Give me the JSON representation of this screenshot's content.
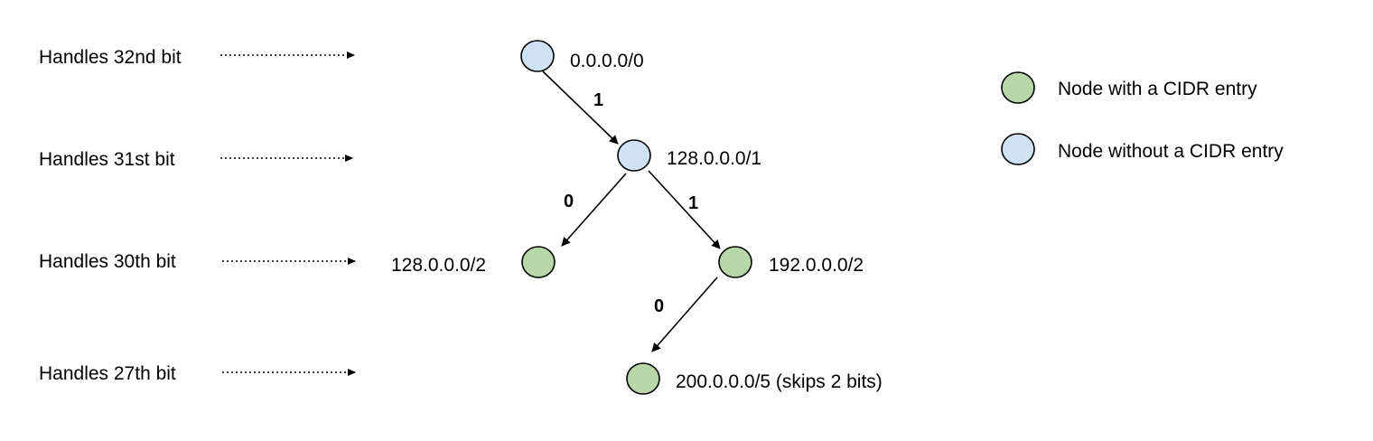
{
  "colors": {
    "with_entry": "#b7d7a8",
    "without_entry": "#cfe2f3",
    "stroke": "#000000"
  },
  "level_labels": [
    "Handles 32nd bit",
    "Handles 31st bit",
    "Handles 30th bit",
    "Handles 27th bit"
  ],
  "nodes": [
    {
      "label": "0.0.0.0/0",
      "has_entry": false
    },
    {
      "label": "128.0.0.0/1",
      "has_entry": false
    },
    {
      "label": "128.0.0.0/2",
      "has_entry": true
    },
    {
      "label": "192.0.0.0/2",
      "has_entry": true
    },
    {
      "label": "200.0.0.0/5 (skips 2 bits)",
      "has_entry": true
    }
  ],
  "edges": [
    {
      "from": 0,
      "to": 1,
      "bit": "1"
    },
    {
      "from": 1,
      "to": 2,
      "bit": "0"
    },
    {
      "from": 1,
      "to": 3,
      "bit": "1"
    },
    {
      "from": 3,
      "to": 4,
      "bit": "0"
    }
  ],
  "legend": {
    "with_entry": "Node with a CIDR entry",
    "without_entry": "Node without a CIDR entry"
  }
}
